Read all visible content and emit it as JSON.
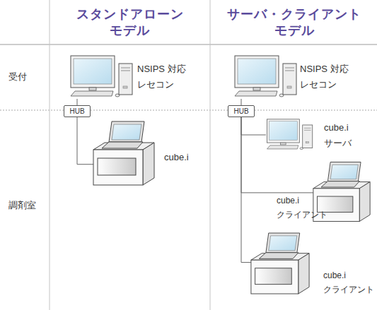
{
  "diagram": {
    "nodes": [
      {
        "text": [
          "NSIPS 対応 レセコン"
        ]
      },
      {
        "text": [
          "HUB"
        ]
      },
      {
        "text": [
          "cube.i"
        ]
      },
      {
        "text": [
          "NSIPS 対応 レセコン"
        ]
      },
      {
        "text": [
          "HUB"
        ]
      },
      {
        "text": [
          "cube.i サーバ"
        ]
      },
      {
        "text": [
          "cube.i クライアント"
        ]
      },
      {
        "text": [
          "cube.i クライアント"
        ]
      }
    ],
    "edges": [
      {
        "from": 0,
        "to": 1,
        "arrow": "none"
      },
      {
        "from": 1,
        "to": 2,
        "arrow": "none"
      },
      {
        "from": 3,
        "to": 4,
        "arrow": "none"
      },
      {
        "from": 4,
        "to": 5,
        "arrow": "none"
      },
      {
        "from": 4,
        "to": 6,
        "arrow": "none"
      },
      {
        "from": 4,
        "to": 7,
        "arrow": "none"
      }
    ],
    "labels": [
      "スタンドアローン モデル",
      "サーバ・クライアント モデル",
      "受付",
      "調剤室"
    ]
  }
}
